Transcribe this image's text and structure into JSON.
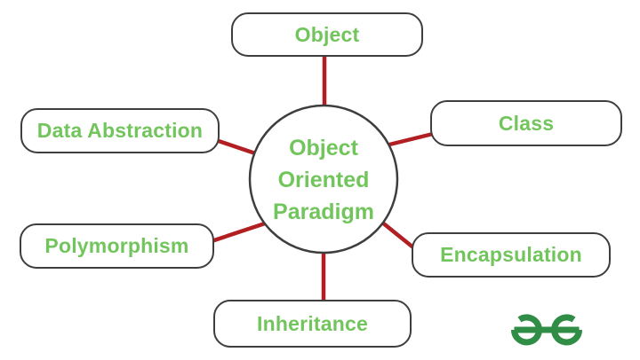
{
  "diagram": {
    "title": "Object Oriented Paradigm concept map",
    "center_node": {
      "label": "Object Oriented Paradigm",
      "line1": "Object",
      "line2": "Oriented",
      "line3": "Paradigm"
    },
    "nodes": [
      {
        "label": "Object"
      },
      {
        "label": "Class"
      },
      {
        "label": "Data Abstraction"
      },
      {
        "label": "Polymorphism"
      },
      {
        "label": "Encapsulation"
      },
      {
        "label": "Inheritance"
      }
    ],
    "colors": {
      "label_green": "#72c55c",
      "connector_red": "#b11f23",
      "outline_gray": "#3e3e3e",
      "logo_green": "#2f8d46",
      "background": "#ffffff"
    }
  },
  "branding": {
    "logo_icon": "geeksforgeeks-logo"
  }
}
